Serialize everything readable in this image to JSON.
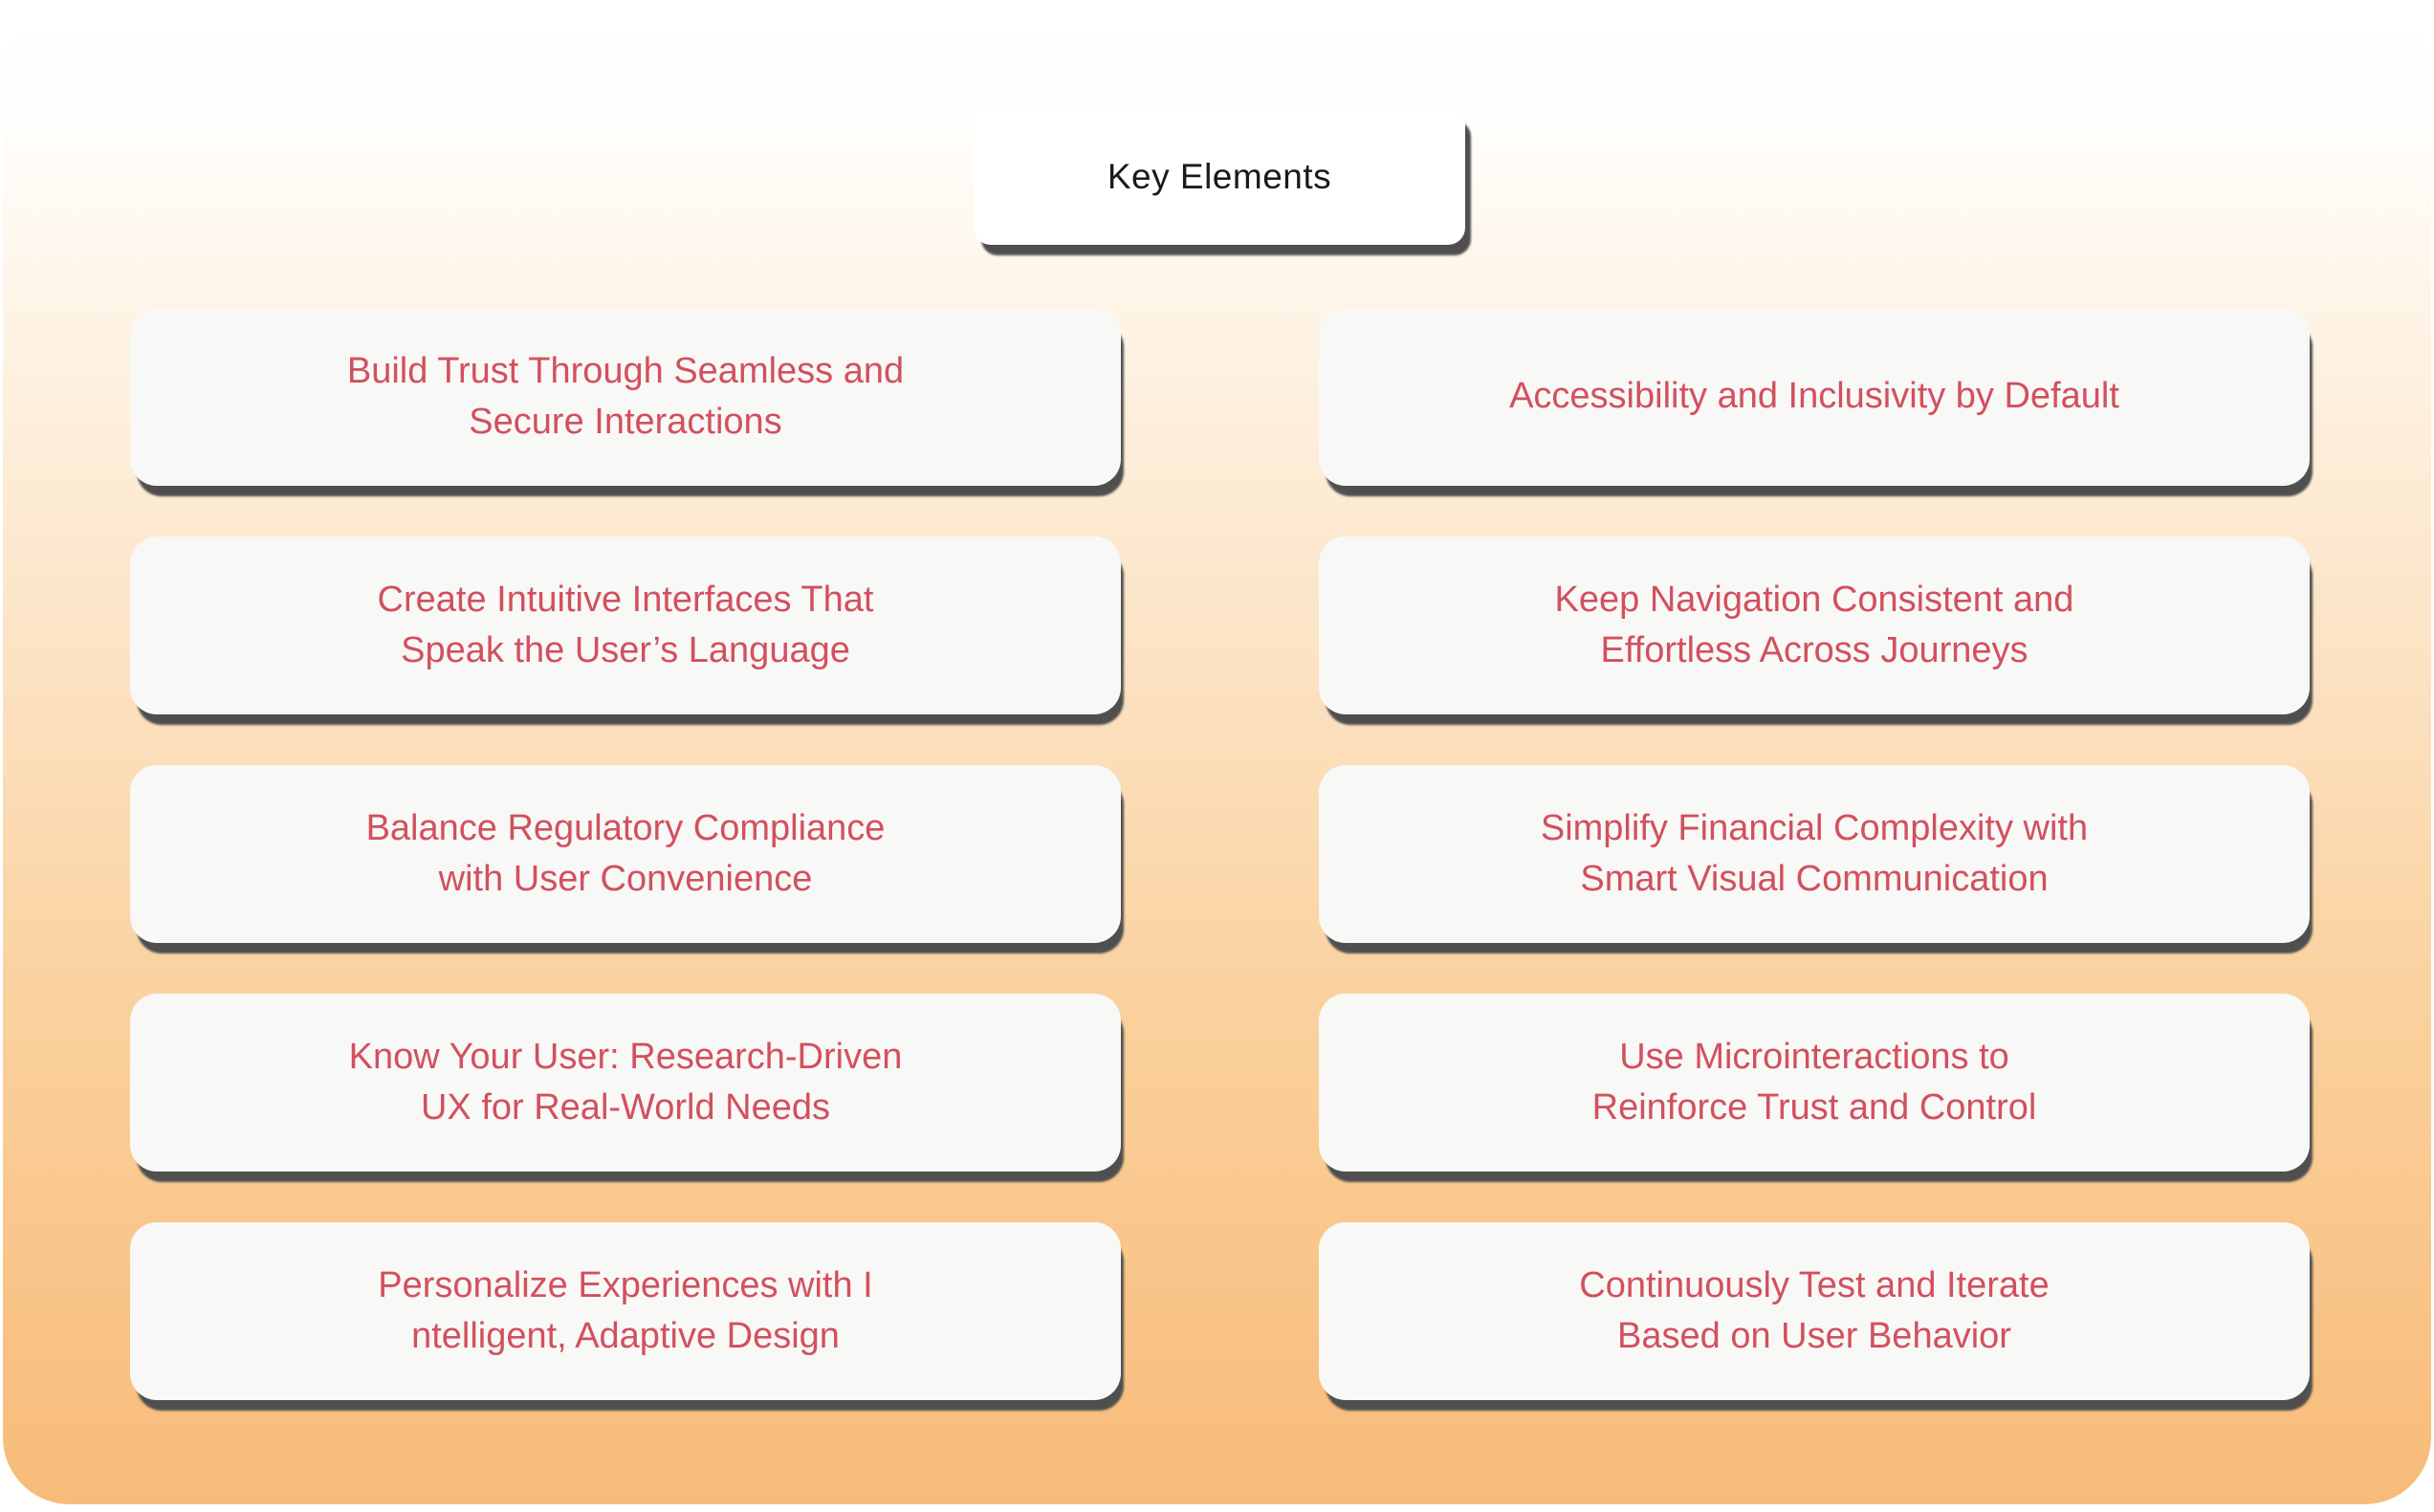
{
  "title": "Key Elements",
  "cards": {
    "left": [
      {
        "line1": "Build Trust Through Seamless and",
        "line2": "Secure Interactions"
      },
      {
        "line1": "Create Intuitive Interfaces That",
        "line2": "Speak the User’s Language"
      },
      {
        "line1": "Balance Regulatory Compliance",
        "line2": "with User Convenience"
      },
      {
        "line1": "Know Your User: Research-Driven",
        "line2": "UX for Real-World Needs"
      },
      {
        "line1": "Personalize Experiences with I",
        "line2": "ntelligent, Adaptive Design"
      }
    ],
    "right": [
      {
        "line1": "Accessibility and Inclusivity by Default",
        "line2": ""
      },
      {
        "line1": "Keep Navigation Consistent and",
        "line2": "Effortless Across Journeys"
      },
      {
        "line1": "Simplify Financial Complexity with",
        "line2": "Smart Visual Communication"
      },
      {
        "line1": "Use Microinteractions to",
        "line2": "Reinforce Trust and Control"
      },
      {
        "line1": "Continuously Test and Iterate",
        "line2": "Based on User Behavior"
      }
    ]
  },
  "colors": {
    "accent_text": "#d2505e",
    "card_background": "#f8f8f6",
    "shadow": "#4f4f4f",
    "title_text": "#1a1a1a",
    "page_gradient_top": "#ffffff",
    "page_gradient_bottom": "#f8bb79"
  }
}
